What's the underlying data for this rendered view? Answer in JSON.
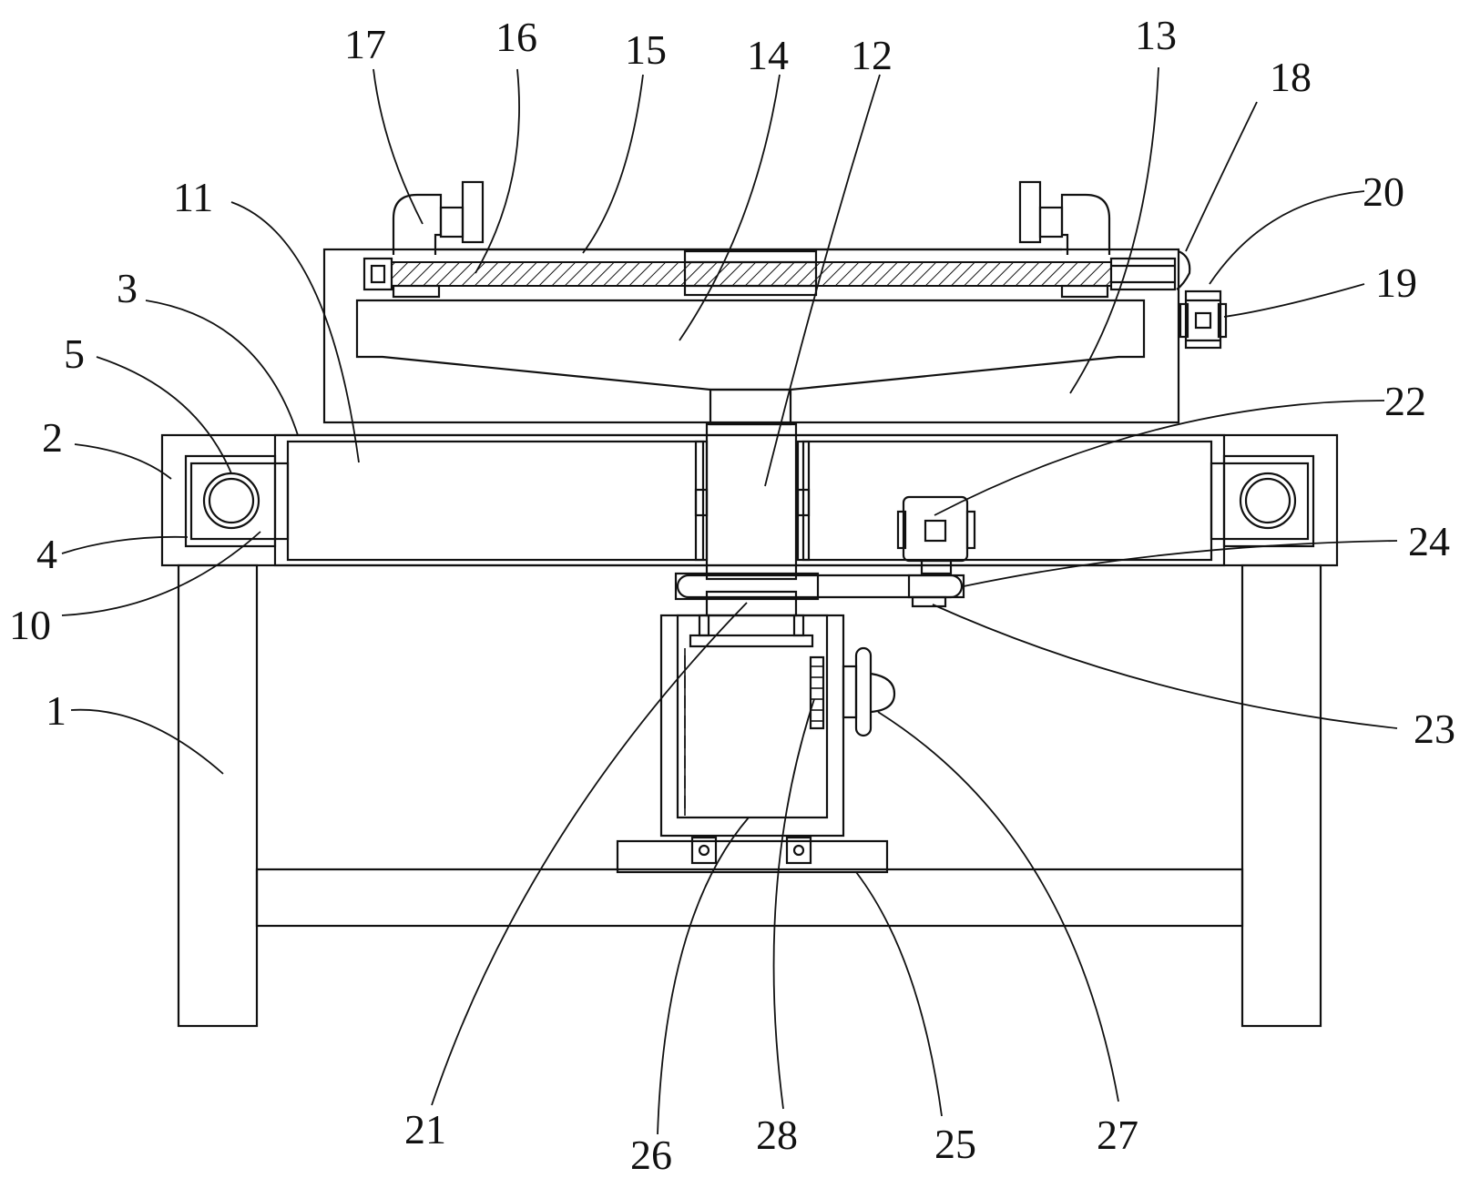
{
  "labels": {
    "l1": "1",
    "l2": "2",
    "l3": "3",
    "l4": "4",
    "l5": "5",
    "l10": "10",
    "l11": "11",
    "l12": "12",
    "l13": "13",
    "l14": "14",
    "l15": "15",
    "l16": "16",
    "l17": "17",
    "l18": "18",
    "l19": "19",
    "l20": "20",
    "l21": "21",
    "l22": "22",
    "l23": "23",
    "l24": "24",
    "l25": "25",
    "l26": "26",
    "l27": "27",
    "l28": "28"
  }
}
